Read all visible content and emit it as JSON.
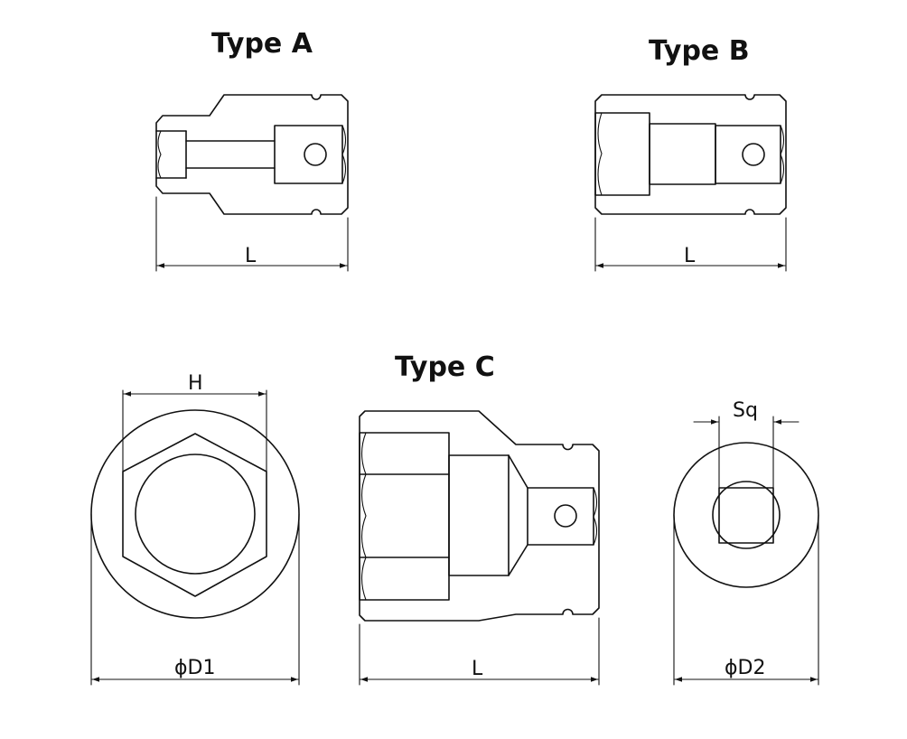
{
  "figures": {
    "type_a": {
      "title": "Type A",
      "dim_length": "L"
    },
    "type_b": {
      "title": "Type B",
      "dim_length": "L"
    },
    "type_c": {
      "title": "Type C",
      "front_view": {
        "dim_hex": "H",
        "dim_diameter": "ϕD1"
      },
      "side_view": {
        "dim_length": "L"
      },
      "rear_view": {
        "dim_square": "Sq",
        "dim_diameter": "ϕD2"
      }
    }
  },
  "colors": {
    "line": "#111111",
    "background": "#ffffff"
  }
}
